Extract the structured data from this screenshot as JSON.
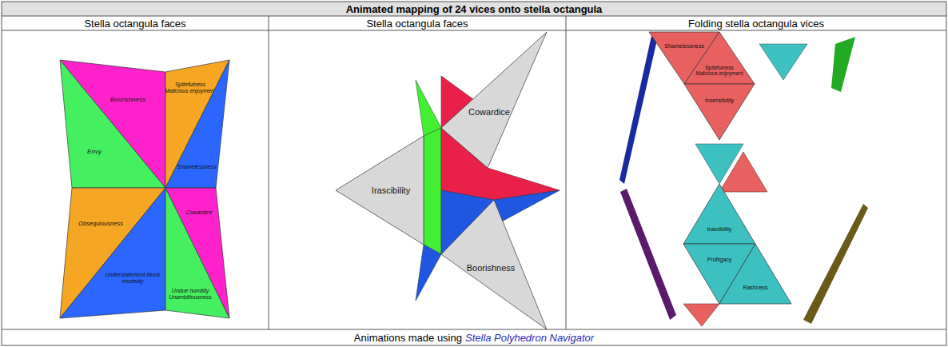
{
  "diagram": {
    "title": "Animated mapping of 24 vices onto stella octangula",
    "caption": "Animations made using",
    "nodes": [
      {
        "text": [
          "Boorishness"
        ]
      },
      {
        "text": [
          "Spitefulness Malicious enjoyment"
        ]
      },
      {
        "text": [
          "Envy"
        ]
      },
      {
        "text": [
          "Shamelessness"
        ]
      },
      {
        "text": [
          "Obsequiousness"
        ]
      },
      {
        "text": [
          "Cowardice"
        ]
      },
      {
        "text": [
          "Understatement Mock modesty"
        ]
      },
      {
        "text": [
          "Undue humility Unambitiousness"
        ]
      },
      {
        "text": [
          "Cowardice"
        ]
      },
      {
        "text": [
          "Irascibility"
        ]
      },
      {
        "text": [
          "Boorishness"
        ]
      },
      {
        "text": [
          "Shamelessness"
        ]
      },
      {
        "text": [
          "Spitefulness Malicious enjoyment"
        ]
      },
      {
        "text": [
          "Insensibility"
        ]
      },
      {
        "text": [
          "Irascibility"
        ]
      },
      {
        "text": [
          "Profligacy"
        ]
      },
      {
        "text": [
          "Rashness"
        ]
      }
    ],
    "labels": [
      "Stella octangula faces",
      "Stella octangula faces",
      "Folding stella octangula vices",
      "Stella Polyhedron Navigator"
    ]
  }
}
